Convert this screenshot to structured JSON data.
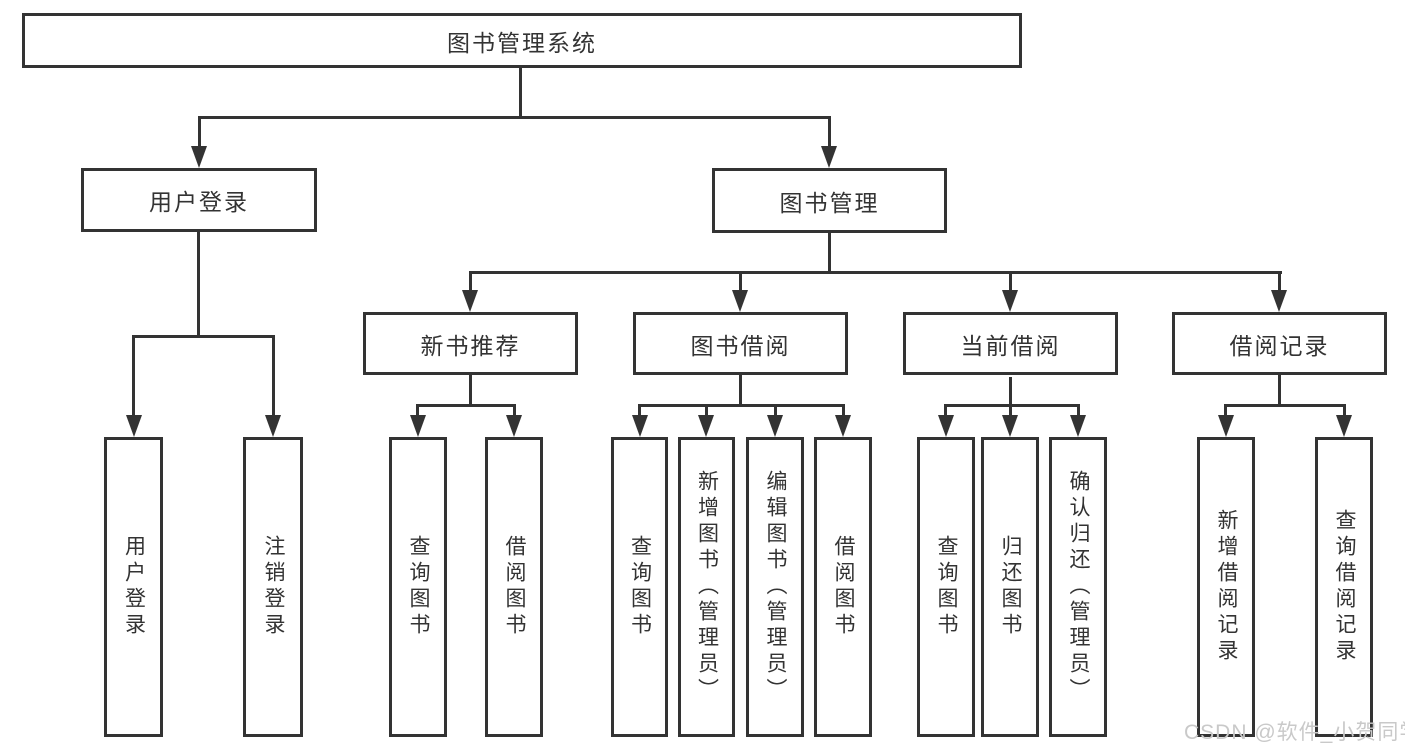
{
  "diagram": {
    "title": "图书管理系统",
    "branches": {
      "user": {
        "label": "用户登录",
        "children": {
          "login": "用户登录",
          "logout": "注销登录"
        }
      },
      "book": {
        "label": "图书管理",
        "sections": {
          "new_books": {
            "label": "新书推荐",
            "children": {
              "query": "查询图书",
              "borrow": "借阅图书"
            }
          },
          "borrowing": {
            "label": "图书借阅",
            "children": {
              "query": "查询图书",
              "add": "新增图书（管理员）",
              "edit": "编辑图书（管理员）",
              "borrow": "借阅图书"
            }
          },
          "current": {
            "label": "当前借阅",
            "children": {
              "query": "查询图书",
              "return": "归还图书",
              "confirm": "确认归还（管理员）"
            }
          },
          "records": {
            "label": "借阅记录",
            "children": {
              "add": "新增借阅记录",
              "query": "查询借阅记录"
            }
          }
        }
      }
    },
    "colors": {
      "line": "#333333",
      "box_background": "#ffffff",
      "text": "#333333",
      "watermark": "#c9c9c9"
    },
    "watermark": "CSDN @软件_小贺同学"
  }
}
